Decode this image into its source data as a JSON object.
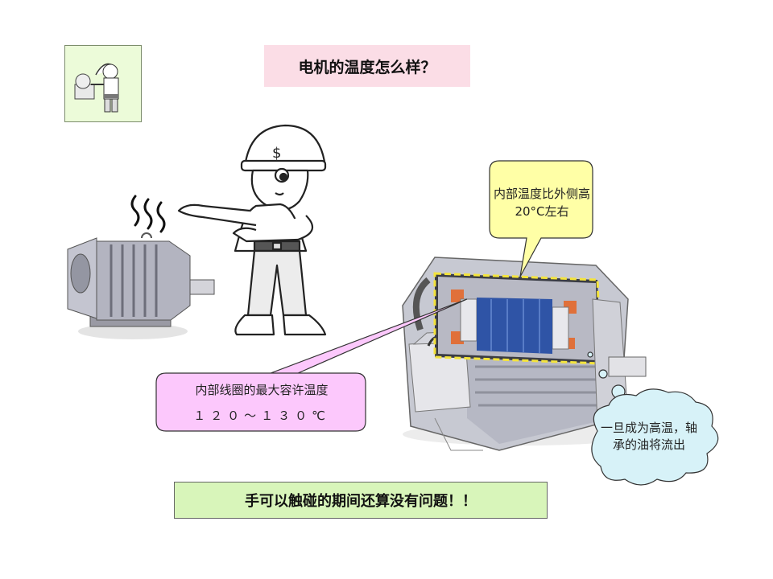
{
  "title": "电机的温度怎么样？",
  "callout_outer_temp": "内部温度比外侧高20°C左右",
  "callout_coil_label": "内部线圈的最大容许温度",
  "callout_coil_value": "１２０～１３０℃",
  "callout_oil": "一旦成为高温，轴承的油将流出",
  "bottom_banner": "手可以触碰的期间还算没有问题！！",
  "colors": {
    "title_bg": "#fbdde6",
    "banner_bg": "#d8f5ba",
    "thumb_bg": "#ecfbd9",
    "callout_yellow": "#ffffa6",
    "callout_pink": "#fcc8fc",
    "callout_blue": "#d7f2f8",
    "coil_highlight": "#f4e43c"
  }
}
